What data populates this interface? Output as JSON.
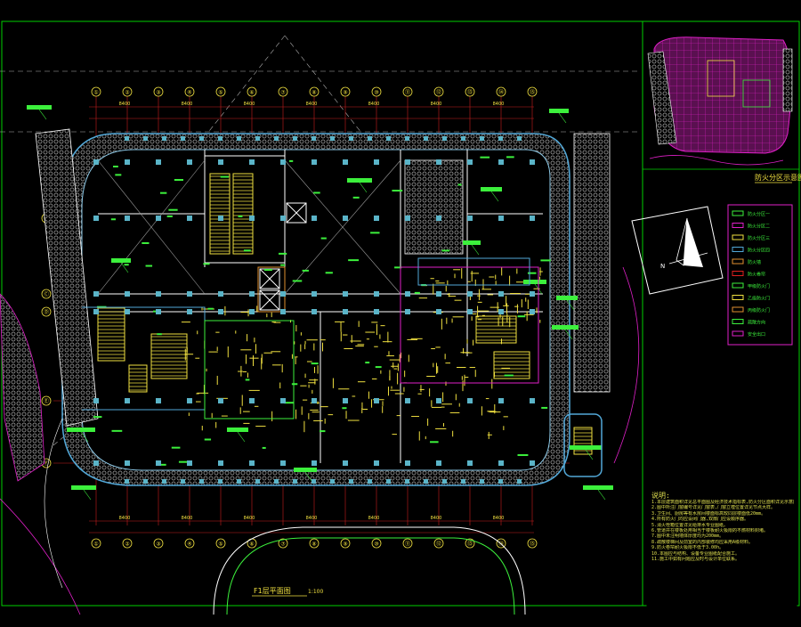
{
  "drawing": {
    "main_title": "F1层平面图",
    "main_scale": "1:100",
    "inset_title": "防火分区示意图",
    "north_label": "N",
    "palette": {
      "frame": "#00d000",
      "grid": "#c81e1e",
      "grid_dash": "#b0b0b0",
      "wall": "#ffffff",
      "fill_shade": "#8c8c8c",
      "column": "#5ab4c8",
      "outline": "#52a8d8",
      "yellow": "#f0e040",
      "green": "#3cf03c",
      "magenta": "#e020c8",
      "orange": "#e09030"
    }
  },
  "grid_axes": {
    "top": [
      "①",
      "②",
      "③",
      "④",
      "⑤",
      "⑥",
      "⑦",
      "⑧",
      "⑨",
      "⑩",
      "⑪",
      "⑫",
      "⑬",
      "⑭",
      "⑮"
    ],
    "bottom": [
      "①",
      "②",
      "③",
      "④",
      "⑤",
      "⑥",
      "⑦",
      "⑧",
      "⑨",
      "⑩",
      "⑪",
      "⑫",
      "⑬",
      "⑭",
      "⑮"
    ],
    "left": [
      "Ⓐ",
      "Ⓑ",
      "Ⓒ",
      "Ⓓ",
      "Ⓔ",
      "Ⓕ"
    ]
  },
  "dimensions": {
    "top": [
      "8400",
      "8400",
      "8400",
      "8400",
      "8400",
      "8400",
      "8400"
    ],
    "bottom": [
      "8400",
      "8400",
      "8400",
      "8400",
      "8400",
      "8400",
      "8400"
    ]
  },
  "legend": {
    "items": [
      "防火分区一",
      "防火分区二",
      "防火分区三",
      "防火分区四",
      "防火墙",
      "防火卷帘",
      "甲级防火门",
      "乙级防火门",
      "丙级防火门",
      "疏散方向",
      "安全出口"
    ]
  },
  "notes": {
    "title": "说明:",
    "lines": [
      "1.本层建筑面积详见总平面图及经济技术指标表,防火分区面积详见示意图。",
      "2.图中所注门窗编号详见门窗表,门窗立樘位置详见节点大样。",
      "3.卫生间、厨房等有水房间楼面标高较同层楼面低20mm。",
      "4.所有防火门均应设闭门器,双扇门应设顺序器。",
      "5.消火栓箱位置详见给排水专业图纸。",
      "6.管道井在楼板处用相当于楼板耐火极限的不燃材料封堵。",
      "7.图中未注明墙体厚度均为200mm。",
      "8.疏散楼梯间及前室的内部装修均应采用A级材料。",
      "9.防火卷帘耐火极限不低于3.00h。",
      "10.本图应与结构、设备专业图纸配合施工。",
      "11.施工中如有问题应及时与设计单位联系。"
    ]
  }
}
